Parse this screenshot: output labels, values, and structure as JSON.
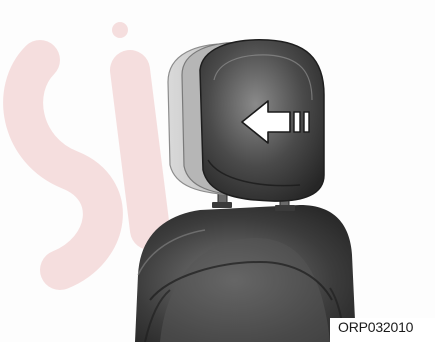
{
  "figure": {
    "code": "ORP032010",
    "subject": "seat-headrest-illustration",
    "arrow_direction": "left",
    "watermark_icon": "watermark-logo-icon",
    "colors": {
      "background": "#fdfdfd",
      "seat_dark": "#2e2e2e",
      "seat_mid": "#6d6d6d",
      "headrest_ghost": "#c4c4c4",
      "arrow_fill": "#ffffff",
      "watermark": "#f3c9c9"
    }
  }
}
